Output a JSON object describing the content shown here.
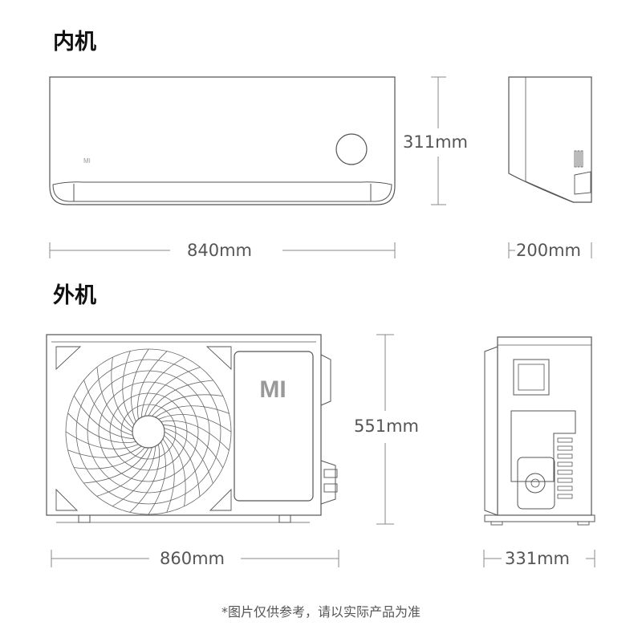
{
  "indoor": {
    "title": "内机",
    "height_label": "311mm",
    "width_label": "840mm",
    "depth_label": "200mm",
    "logo": "MI"
  },
  "outdoor": {
    "title": "外机",
    "height_label": "551mm",
    "width_label": "860mm",
    "depth_label": "331mm",
    "logo": "MI"
  },
  "disclaimer": "*图片仅供参考，请以实际产品为准",
  "colors": {
    "line": "#555555",
    "dim_line": "#888888",
    "text": "#111111",
    "label": "#555555",
    "logo_fill": "#999999"
  }
}
